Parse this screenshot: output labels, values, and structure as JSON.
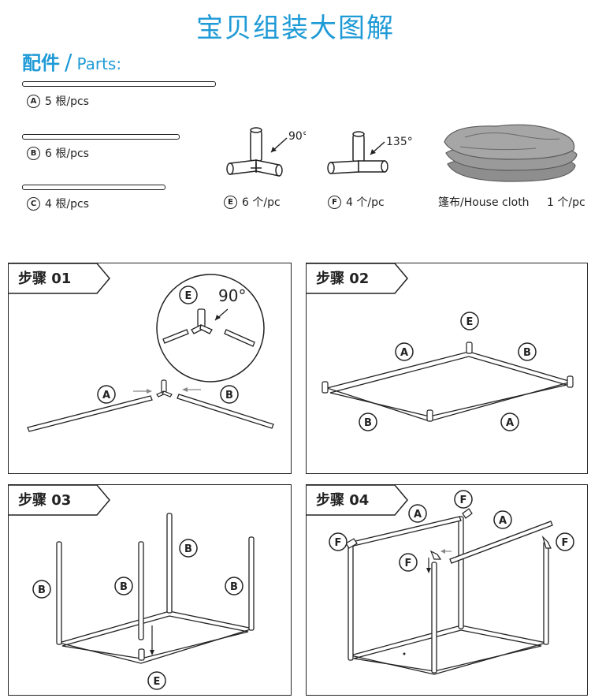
{
  "header": {
    "title": "宝贝组装大图解"
  },
  "parts": {
    "heading_zh": "配件",
    "separator": "/",
    "heading_en": "Parts:",
    "items": [
      {
        "letter": "A",
        "qty": "5 根/pcs"
      },
      {
        "letter": "B",
        "qty": "6 根/pcs"
      },
      {
        "letter": "C",
        "qty": "4 根/pcs"
      },
      {
        "letter": "E",
        "qty": "6 个/pc",
        "angle": "90°"
      },
      {
        "letter": "F",
        "qty": "4 个/pc",
        "angle": "135°"
      },
      {
        "name": "篷布/House cloth",
        "qty": "1 个/pc"
      }
    ]
  },
  "steps": [
    {
      "label": "步骤 01",
      "labels": [
        "E",
        "90°",
        "A",
        "B"
      ]
    },
    {
      "label": "步骤 02",
      "labels": [
        "E",
        "A",
        "B",
        "B",
        "A"
      ]
    },
    {
      "label": "步骤 03",
      "labels": [
        "B",
        "B",
        "B",
        "B",
        "E"
      ]
    },
    {
      "label": "步骤 04",
      "labels": [
        "A",
        "F",
        "A",
        "F",
        "F",
        "F"
      ]
    }
  ],
  "colors": {
    "accent": "#1e9ad6",
    "line": "#222222"
  }
}
